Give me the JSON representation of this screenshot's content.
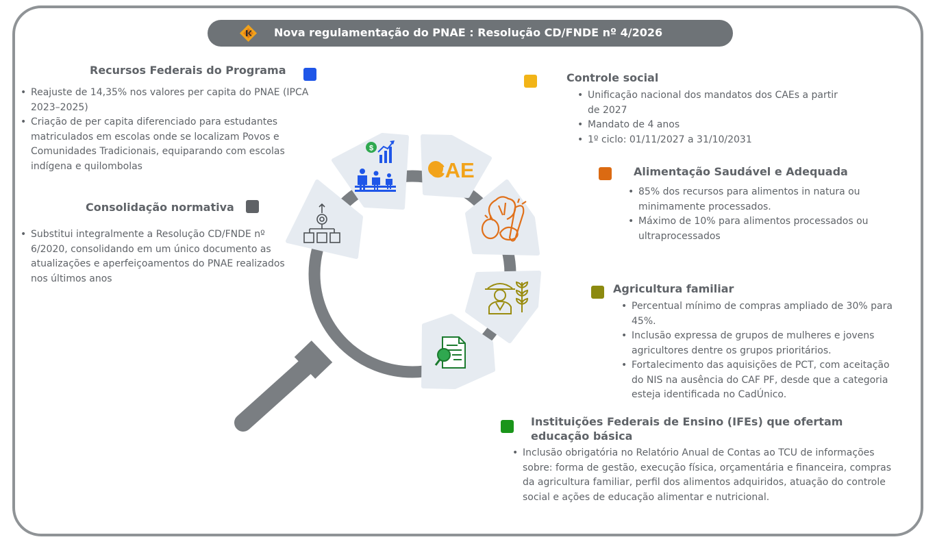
{
  "header": {
    "title": "Nova regulamentação do PNAE :  Resolução CD/FNDE nº 4/2026",
    "logo_icon": "brand-logo-icon"
  },
  "colors": {
    "frame": "#8f9396",
    "title_bg": "#6e7377",
    "magnifier": "#7a7e82",
    "sector_bg": "#e6ebf1",
    "recursos": "#1f56e8",
    "consolidacao": "#5f6266",
    "controle": "#f2b417",
    "alimentacao": "#db6a12",
    "agricultura": "#8c8a0f",
    "ifes": "#1a951a"
  },
  "sections": {
    "recursos": {
      "title": "Recursos Federais do Programa",
      "items": [
        "Reajuste de 14,35% nos valores per capita do PNAE (IPCA 2023–2025)",
        "Criação de per capita diferenciado para estudantes matriculados em escolas onde se localizam Povos e Comunidades Tradicionais, equiparando com escolas indígena e quilombolas"
      ]
    },
    "consolidacao": {
      "title": "Consolidação normativa",
      "items": [
        "Substitui integralmente a Resolução CD/FNDE nº 6/2020, consolidando em um único documento as atualizações e aperfeiçoamentos do PNAE realizados nos últimos anos"
      ]
    },
    "controle": {
      "title": "Controle social",
      "items": [
        "Unificação nacional dos mandatos dos CAEs a partir de 2027",
        "Mandato de 4 anos",
        "1º ciclo: 01/11/2027 a 31/10/2031"
      ]
    },
    "alimentacao": {
      "title": "Alimentação Saudável e Adequada",
      "items": [
        "85% dos recursos para alimentos in natura ou minimamente processados.",
        "Máximo de 10% para alimentos processados ou ultraprocessados"
      ]
    },
    "agricultura": {
      "title": "Agricultura familiar",
      "items": [
        "Percentual mínimo de compras ampliado de 30% para 45%.",
        "Inclusão expressa de grupos de mulheres e jovens agricultores dentre os grupos prioritários.",
        "Fortalecimento das aquisições de PCT, com aceitação do NIS na ausência do CAF PF, desde que a categoria esteja identificada no CadÚnico."
      ]
    },
    "ifes": {
      "title": "Instituições Federais de Ensino (IFEs) que ofertam educação básica",
      "items": [
        "Inclusão obrigatória no Relatório Anual de Contas ao TCU de informações sobre: forma de gestão, execução física, orçamentária e financeira, compras da agricultura familiar, perfil dos alimentos adquiridos, atuação do controle social e ações de educação alimentar e nutricional."
      ]
    }
  },
  "diagram": {
    "cae_label": "CAE",
    "icons": [
      "consolidation-network-icon",
      "funding-students-icon",
      "cae-icon",
      "vegetables-icon",
      "farmer-wheat-icon",
      "document-search-icon"
    ]
  }
}
